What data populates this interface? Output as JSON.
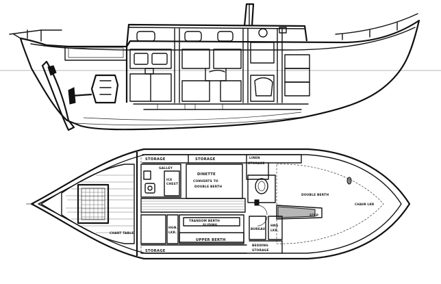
{
  "labels": {
    "storage_fwd_port": "STORAGE",
    "storage_mid_port": "STORAGE",
    "linen_storage_1": "LINEN",
    "linen_storage_2": "STORAGE",
    "galley": "GALLEY",
    "dinette": "DINETTE",
    "dinette_note_1": "CONVERTS TO",
    "dinette_note_2": "DOUBLE BERTH",
    "ice_chest_1": "ICE",
    "ice_chest_2": "CHEST",
    "double_berth": "DOUBLE BERTH",
    "chain_lkr": "CHAIN LKR",
    "step": "STEP",
    "chart_table": "CHART TABLE",
    "hgn_lkr_1": "HGN.",
    "hgn_lkr_2": "LKR.",
    "transom_berth": "TRANSOM BERTH",
    "transom_sliding": "SLIDING",
    "upper_berth": "UPPER BERTH",
    "bureau": "BUREAU",
    "hng_lkr_1": "HNG",
    "hng_lkr_2": "LKR.",
    "bedding_storage_1": "BEDDING",
    "bedding_storage_2": "STORAGE",
    "storage_aft_stbd": "STORAGE"
  },
  "colors": {
    "ink": "#111111",
    "paper": "#ffffff"
  }
}
